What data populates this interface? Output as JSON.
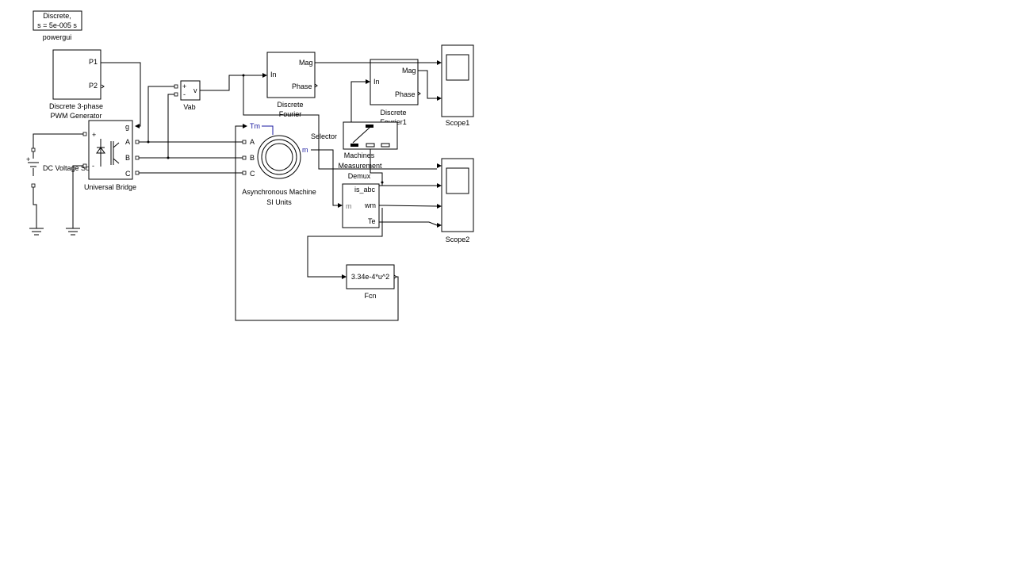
{
  "blocks": {
    "powergui": {
      "line1": "Discrete,",
      "line2": "s = 5e-005 s",
      "label": "powergui"
    },
    "pwm": {
      "p1": "P1",
      "p2": "P2",
      "label1": "Discrete 3-phase",
      "label2": "PWM Generator"
    },
    "dc_source": {
      "plus": "+",
      "minus": "-",
      "label": "DC Voltage Source"
    },
    "bridge": {
      "plus": "+",
      "minus": "-",
      "g": "g",
      "a": "A",
      "b": "B",
      "c": "C",
      "label": "Universal Bridge"
    },
    "vab": {
      "plus": "+",
      "minus": "-",
      "v": "v",
      "label": "Vab"
    },
    "fourier": {
      "in": "In",
      "mag": "Mag",
      "phase": "Phase",
      "label1": "Discrete",
      "label2": "Fourier"
    },
    "fourier1": {
      "in": "In",
      "mag": "Mag",
      "phase": "Phase",
      "label1": "Discrete",
      "label2": "Fourier1"
    },
    "machine": {
      "tm": "Tm",
      "a": "A",
      "b": "B",
      "c": "C",
      "m": "m",
      "label1": "Asynchronous Machine",
      "label2": "SI Units"
    },
    "selector": {
      "label": "Selector"
    },
    "demux": {
      "m": "m",
      "is_abc": "is_abc",
      "wm": "wm",
      "te": "Te",
      "label1": "Machines",
      "label2": "Measurement",
      "label3": "Demux"
    },
    "scope1": {
      "label": "Scope1"
    },
    "scope2": {
      "label": "Scope2"
    },
    "fcn": {
      "expr": "3.34e-4*u^2",
      "label": "Fcn"
    }
  }
}
